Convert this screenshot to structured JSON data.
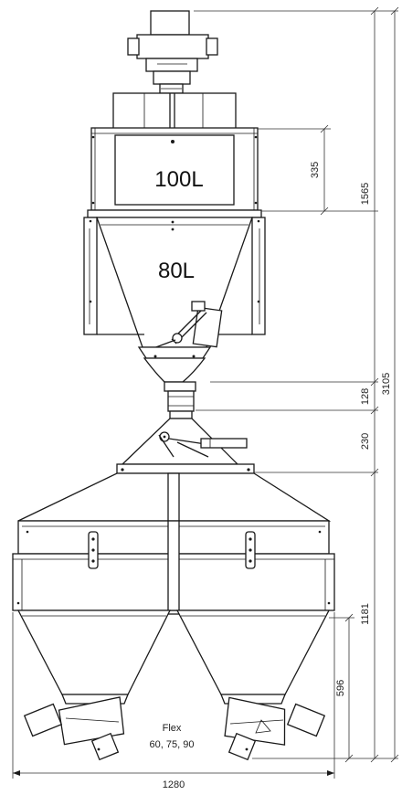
{
  "labels": {
    "upper_hopper_volume": "100L",
    "lower_hopper_volume": "80L",
    "model_name": "Flex",
    "model_variants": "60, 75, 90"
  },
  "dimensions": {
    "upper_hopper_height": "335",
    "to_upper_hopper": "1565",
    "total_height": "3105",
    "valve_section": "128",
    "weigh_section": "230",
    "lower_section": "1181",
    "outlet_height": "596",
    "total_width": "1280"
  }
}
